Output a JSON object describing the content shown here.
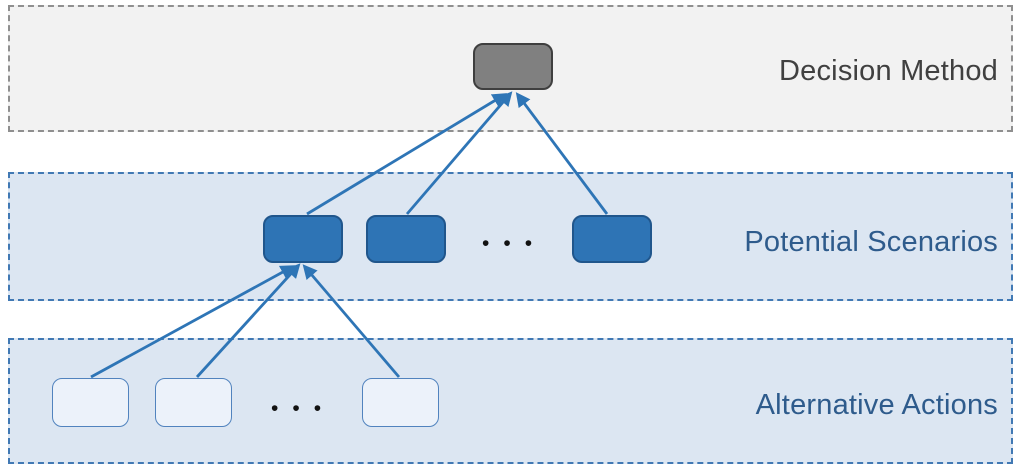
{
  "figure": {
    "type": "three-layer hierarchy diagram",
    "layers": [
      {
        "id": "decision-method",
        "label": "Decision Method",
        "node_count": 1,
        "ellipsis": ""
      },
      {
        "id": "potential-scenarios",
        "label": "Potential Scenarios",
        "node_count": 3,
        "ellipsis": "•••"
      },
      {
        "id": "alternative-actions",
        "label": "Alternative Actions",
        "node_count": 3,
        "ellipsis": "•••"
      }
    ],
    "colors": {
      "decision_band_fill": "#f2f2f2",
      "decision_band_border": "#8f8f8f",
      "blue_band_fill": "#dce6f2",
      "blue_band_border": "#4179b4",
      "decision_node_fill": "#808080",
      "decision_node_border": "#3f3f3f",
      "scenario_node_fill": "#2e74b5",
      "scenario_node_border": "#20568c",
      "action_node_fill": "#ecf2fa",
      "action_node_border": "#5183be",
      "arrow": "#2e75b6",
      "decision_label_color": "#404040",
      "blue_label_color": "#2e5b8c"
    }
  }
}
